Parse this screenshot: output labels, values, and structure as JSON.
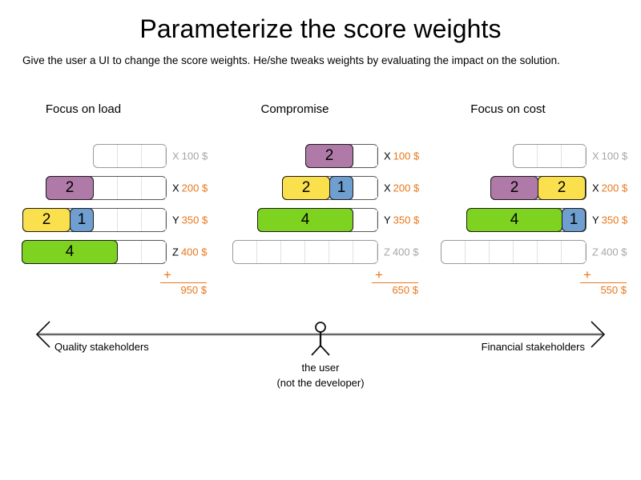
{
  "header": {
    "title": "Parameterize the score weights",
    "subtitle": "Give the user a UI to change the score weights. He/she tweaks weights by evaluating the impact on the solution."
  },
  "colors": {
    "purple": "#b07aa8",
    "yellow": "#f9e04c",
    "blue": "#6f9fd0",
    "green": "#7ed321",
    "orange": "#e8761a",
    "inactive_text": "#a6a6a6",
    "bar_border": "#595959"
  },
  "plus_symbol": "+",
  "columns": [
    {
      "heading": "Focus on load",
      "total": "950 $",
      "rows": [
        {
          "letter": "X",
          "price": "100 $",
          "active": false,
          "capacity": 3,
          "segments": []
        },
        {
          "letter": "X",
          "price": "200 $",
          "active": true,
          "capacity": 3,
          "segments": [
            {
              "value": "2",
              "units": 2,
              "color": "purple"
            }
          ]
        },
        {
          "letter": "Y",
          "price": "350 $",
          "active": true,
          "capacity": 3,
          "segments": [
            {
              "value": "2",
              "units": 2,
              "color": "yellow"
            },
            {
              "value": "1",
              "units": 1,
              "color": "blue"
            }
          ]
        },
        {
          "letter": "Z",
          "price": "400 $",
          "active": true,
          "capacity": 2,
          "segments": [
            {
              "value": "4",
              "units": 4,
              "color": "green"
            }
          ]
        }
      ]
    },
    {
      "heading": "Compromise",
      "total": "650 $",
      "rows": [
        {
          "letter": "X",
          "price": "100 $",
          "active": true,
          "capacity": 1,
          "segments": [
            {
              "value": "2",
              "units": 2,
              "color": "purple"
            }
          ]
        },
        {
          "letter": "X",
          "price": "200 $",
          "active": true,
          "capacity": 1,
          "segments": [
            {
              "value": "2",
              "units": 2,
              "color": "yellow"
            },
            {
              "value": "1",
              "units": 1,
              "color": "blue"
            }
          ]
        },
        {
          "letter": "Y",
          "price": "350 $",
          "active": true,
          "capacity": 1,
          "segments": [
            {
              "value": "4",
              "units": 4,
              "color": "green"
            }
          ]
        },
        {
          "letter": "Z",
          "price": "400 $",
          "active": false,
          "capacity": 6,
          "segments": []
        }
      ]
    },
    {
      "heading": "Focus on cost",
      "total": "550 $",
      "rows": [
        {
          "letter": "X",
          "price": "100 $",
          "active": false,
          "capacity": 3,
          "segments": []
        },
        {
          "letter": "X",
          "price": "200 $",
          "active": true,
          "capacity": 0,
          "segments": [
            {
              "value": "2",
              "units": 2,
              "color": "purple"
            },
            {
              "value": "2",
              "units": 2,
              "color": "yellow"
            }
          ]
        },
        {
          "letter": "Y",
          "price": "350 $",
          "active": true,
          "capacity": 0,
          "segments": [
            {
              "value": "4",
              "units": 4,
              "color": "green"
            },
            {
              "value": "1",
              "units": 1,
              "color": "blue"
            }
          ]
        },
        {
          "letter": "Z",
          "price": "400 $",
          "active": false,
          "capacity": 6,
          "segments": []
        }
      ]
    }
  ],
  "axis": {
    "left_label": "Quality stakeholders",
    "right_label": "Financial stakeholders",
    "center_label_line1": "the user",
    "center_label_line2": "(not the developer)"
  }
}
